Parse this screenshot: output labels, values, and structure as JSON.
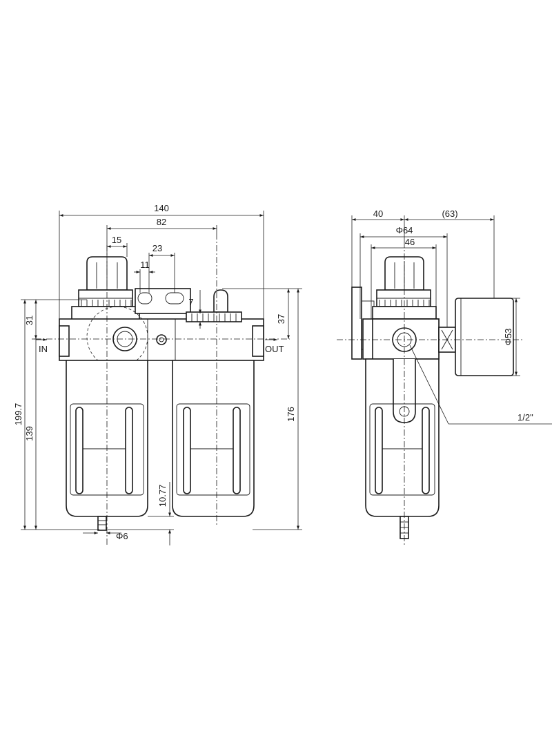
{
  "front_view": {
    "dims": {
      "overall_width": "140",
      "width_82": "82",
      "knob_15": "15",
      "slot_23": "23",
      "slot_11": "11",
      "dim_7": "7",
      "height_31": "31",
      "height_37": "37",
      "height_199_7": "199.7",
      "height_139": "139",
      "height_176": "176",
      "drain_10_77": "10.77",
      "drain_dia": "Φ6"
    },
    "ports": {
      "in_label": "IN",
      "out_label": "OUT"
    }
  },
  "side_view": {
    "dims": {
      "width_40": "40",
      "width_63": "(63)",
      "dia_64": "Φ64",
      "width_46": "46",
      "gauge_dia": "Φ53",
      "port_thread": "1/2\""
    }
  }
}
